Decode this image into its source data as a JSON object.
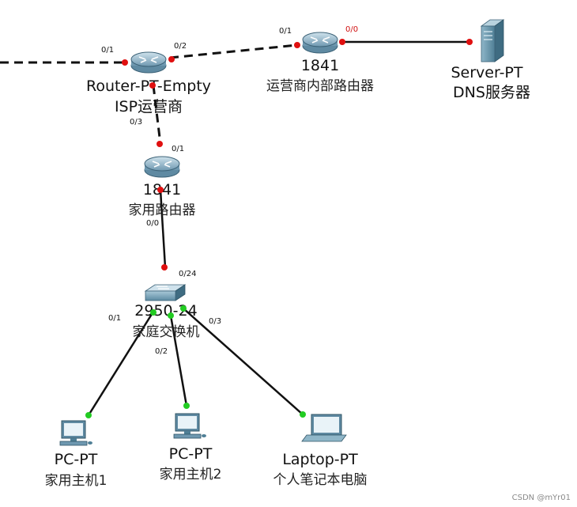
{
  "devices": {
    "isp_router": {
      "model": "Router-PT-Empty",
      "name": "ISP运营商",
      "icon": "router-icon"
    },
    "inner_router": {
      "model": "1841",
      "name": "运营商内部路由器",
      "icon": "router-icon"
    },
    "server": {
      "model": "Server-PT",
      "name": "DNS服务器",
      "icon": "server-icon"
    },
    "home_router": {
      "model": "1841",
      "name": "家用路由器",
      "icon": "router-icon"
    },
    "switch": {
      "model": "2950-24",
      "name": "家庭交换机",
      "icon": "switch-icon"
    },
    "pc1": {
      "model": "PC-PT",
      "name": "家用主机1",
      "icon": "pc-icon"
    },
    "pc2": {
      "model": "PC-PT",
      "name": "家用主机2",
      "icon": "pc-icon"
    },
    "laptop": {
      "model": "Laptop-PT",
      "name": "个人笔记本电脑",
      "icon": "laptop-icon"
    }
  },
  "ports": {
    "isp_left": "0/1",
    "isp_right": "0/2",
    "isp_down": "0/3",
    "inner_left": "0/1",
    "inner_right": "0/0",
    "home_up": "0/1",
    "home_down": "0/0",
    "switch_up": "0/24",
    "switch_p1": "0/1",
    "switch_p2": "0/2",
    "switch_p3": "0/3"
  },
  "colors": {
    "link_down": "#e01010",
    "link_up": "#22cc22",
    "inner_router_port_label": "#d01010"
  },
  "watermark": "CSDN @mYr01"
}
